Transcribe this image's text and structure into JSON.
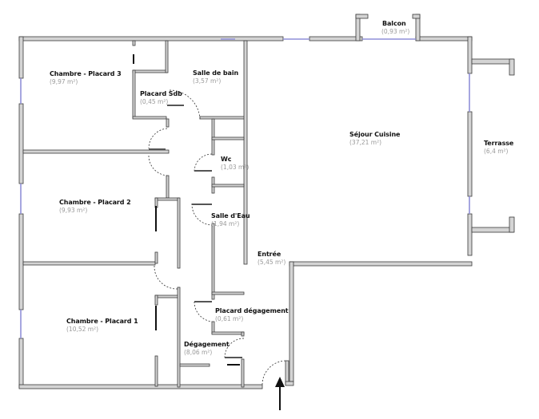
{
  "plan": {
    "colors": {
      "wall_fill": "#d4d4d4",
      "wall_stroke": "#3a3a3a",
      "window": "#8f8fd8",
      "door_arc": "#333333",
      "label": "#111111",
      "area": "#9a9a9a"
    },
    "rooms": [
      {
        "id": "chambre3",
        "name": "Chambre - Placard 3",
        "area": "(9,97 m²)"
      },
      {
        "id": "placard-sdb",
        "name": "Placard Sdb",
        "area": "(0,45 m²)"
      },
      {
        "id": "salle-de-bain",
        "name": "Salle de bain",
        "area": "(3,57 m²)"
      },
      {
        "id": "balcon",
        "name": "Balcon",
        "area": "(0,93 m²)"
      },
      {
        "id": "sejour",
        "name": "Séjour Cuisine",
        "area": "(37,21 m²)"
      },
      {
        "id": "terrasse",
        "name": "Terrasse",
        "area": "(6,4 m²)"
      },
      {
        "id": "wc",
        "name": "Wc",
        "area": "(1,03 m²)"
      },
      {
        "id": "chambre2",
        "name": "Chambre - Placard 2",
        "area": "(9,93 m²)"
      },
      {
        "id": "salle-eau",
        "name": "Salle d'Eau",
        "area": "(1,94 m²)"
      },
      {
        "id": "entree",
        "name": "Entrée",
        "area": "(5,45 m²)"
      },
      {
        "id": "placard-degagement",
        "name": "Placard dégagement",
        "area": "(0,61 m²)"
      },
      {
        "id": "chambre1",
        "name": "Chambre - Placard 1",
        "area": "(10,52 m²)"
      },
      {
        "id": "degagement",
        "name": "Dégagement",
        "area": "(8,06 m²)"
      }
    ],
    "entrance_arrow": "entrance-arrow"
  }
}
